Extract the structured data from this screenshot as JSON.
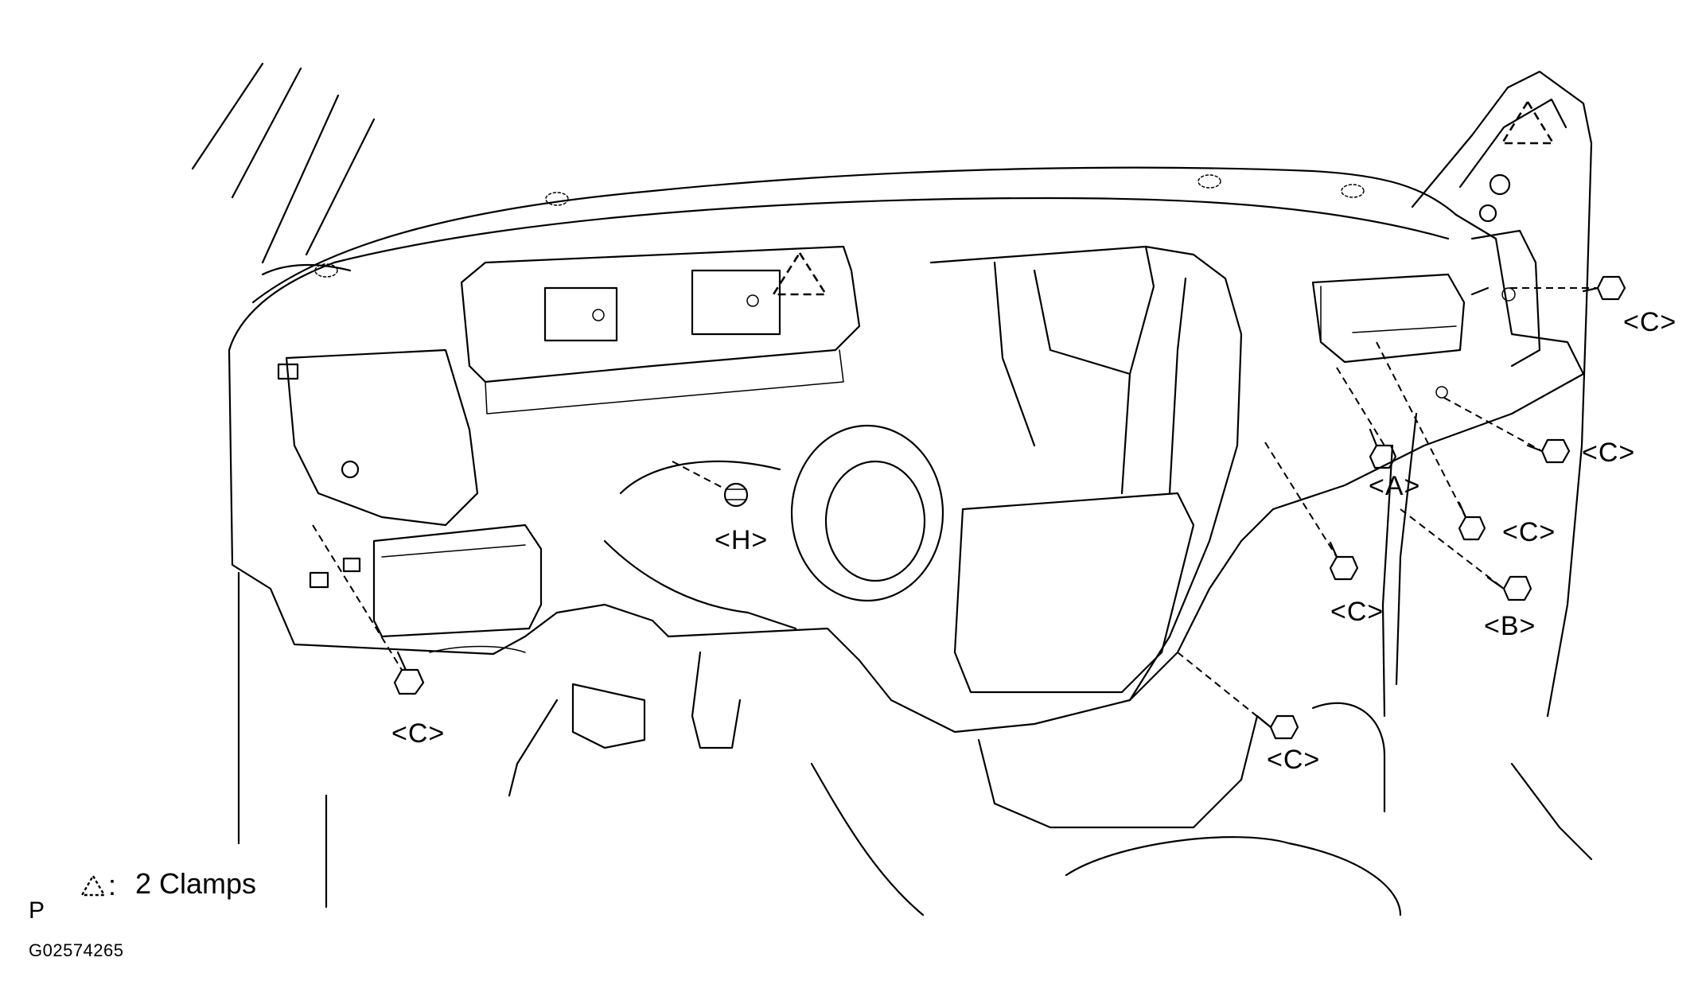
{
  "callouts": {
    "c1": "<C>",
    "c2": "<C>",
    "c3": "<C>",
    "c4": "<C>",
    "c5": "<C>",
    "c6": "<C>",
    "a": "<A>",
    "b": "<B>",
    "h": "<H>"
  },
  "legend": {
    "symbol_icon": "clamp-triangle-icon",
    "colon": ":",
    "text": "2 Clamps"
  },
  "corner_letter": "P",
  "figure_id": "G02574265"
}
